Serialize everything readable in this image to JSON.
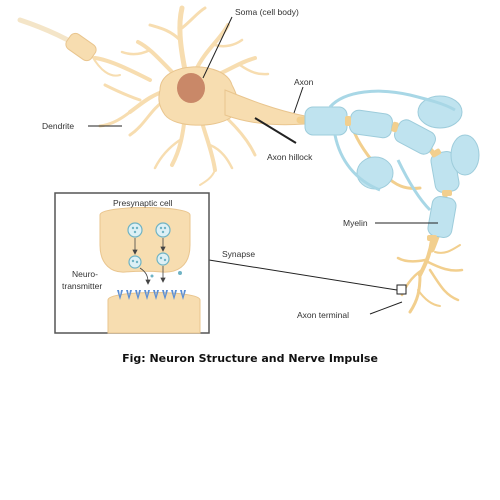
{
  "labels": {
    "soma": "Soma (cell body)",
    "axon": "Axon",
    "dendrite": "Dendrite",
    "axon_hillock": "Axon hillock",
    "presynaptic_cell": "Presynaptic cell",
    "synapse": "Synapse",
    "myelin": "Myelin",
    "neurotransmitter_line1": "Neuro-",
    "neurotransmitter_line2": "transmitter",
    "axon_terminal": "Axon terminal"
  },
  "caption": "Fig: Neuron Structure and Nerve Impulse",
  "colors": {
    "neuron_fill": "#F7DDB0",
    "neuron_stroke": "#E9C58E",
    "soma_nucleus": "#C98868",
    "myelin_fill": "#BFE3EF",
    "myelin_stroke": "#9DCCDB",
    "vesicle": "#6FB3C4",
    "receptor": "#5B8FD6",
    "inset_border": "#555555",
    "leader_line": "#222222"
  }
}
